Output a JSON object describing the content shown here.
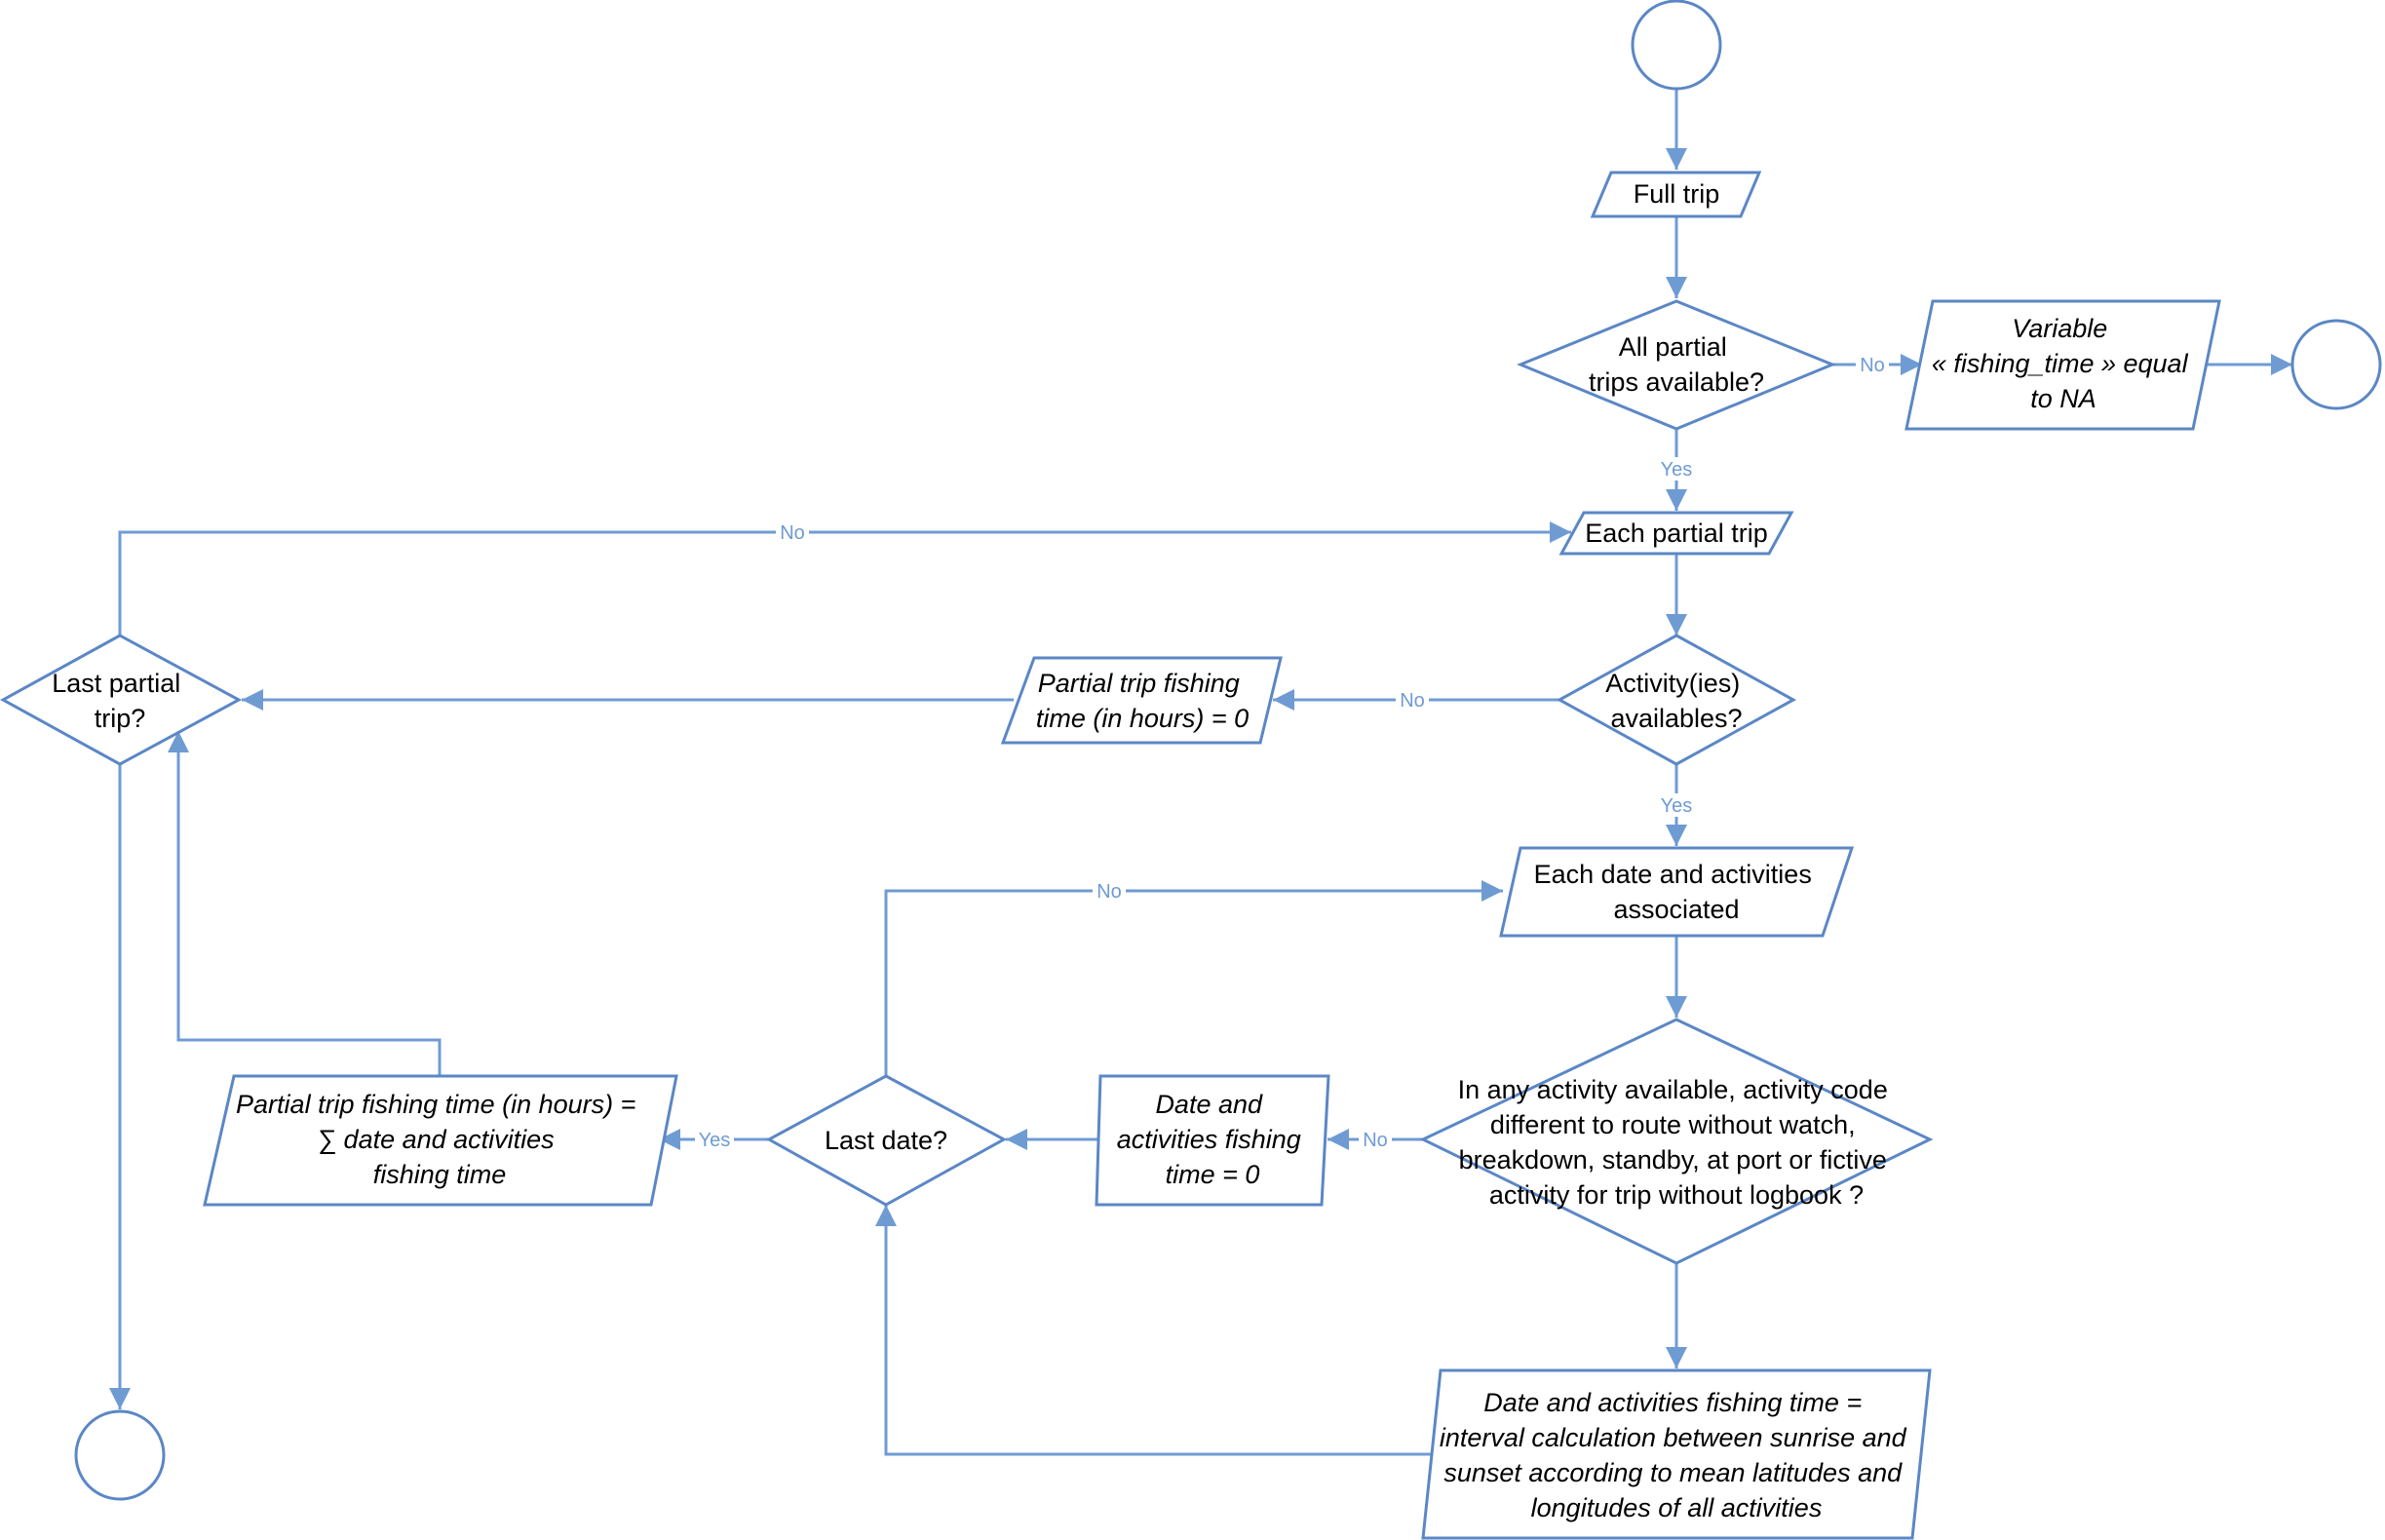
{
  "diagram": {
    "nodes": {
      "full_trip": {
        "lines": [
          "Full trip"
        ]
      },
      "all_partial": {
        "lines": [
          "All partial",
          "trips available?"
        ]
      },
      "fishing_na": {
        "lines": [
          "Variable",
          "« fishing_time » equal",
          "to NA"
        ]
      },
      "each_partial": {
        "lines": [
          "Each partial trip"
        ]
      },
      "activities_avail": {
        "lines": [
          "Activity(ies)",
          "availables?"
        ]
      },
      "partial_zero": {
        "lines": [
          "Partial trip fishing",
          "time (in hours) = 0"
        ]
      },
      "last_partial": {
        "lines": [
          "Last partial",
          "trip?"
        ]
      },
      "each_date": {
        "lines": [
          "Each date and activities",
          "associated"
        ]
      },
      "activity_code": {
        "lines": [
          "In any activity available, activity code",
          "different to route without watch,",
          "breakdown, standby, at port or fictive",
          "activity for trip without logbook ?"
        ]
      },
      "date_zero": {
        "lines": [
          "Date and",
          "activities fishing",
          "time = 0"
        ]
      },
      "last_date": {
        "lines": [
          "Last date?"
        ]
      },
      "partial_sum": {
        "lines": [
          "Partial trip fishing time (in hours) =",
          "∑ date and activities",
          "fishing time"
        ]
      },
      "interval_calc": {
        "lines": [
          "Date and activities fishing time =",
          "interval calculation between sunrise and",
          "sunset according to mean latitudes and",
          "longitudes of all activities"
        ]
      }
    },
    "edge_labels": {
      "all_partial_no": "No",
      "all_partial_yes": "Yes",
      "last_partial_no": "No",
      "activities_no": "No",
      "activities_yes": "Yes",
      "last_date_no": "No",
      "activity_code_no": "No",
      "last_date_yes": "Yes"
    },
    "colors": {
      "stroke": "#5b87c5",
      "line": "#6f9bd3",
      "label": "#6f9bd3"
    }
  }
}
